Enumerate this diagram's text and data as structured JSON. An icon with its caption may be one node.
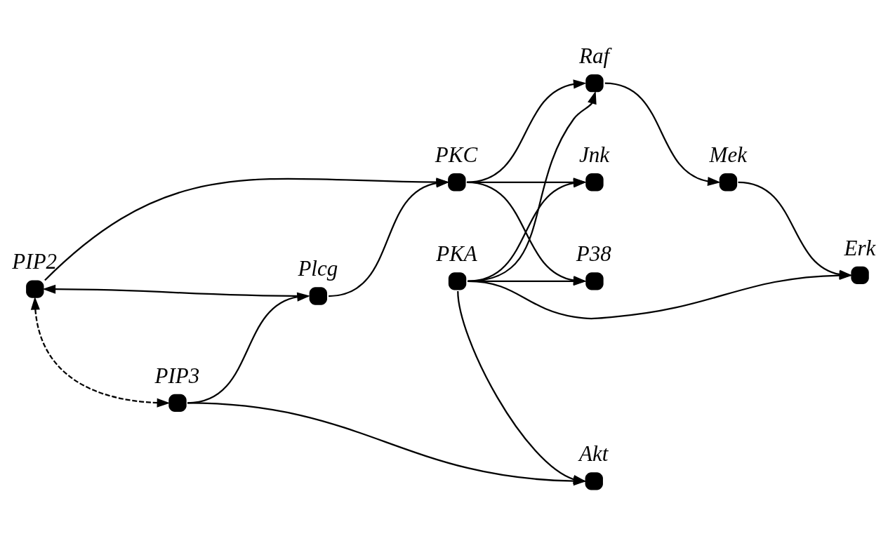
{
  "diagram": {
    "nodes": [
      {
        "text": [],
        "shape": "circle",
        "beside": [
          "Raf"
        ]
      },
      {
        "text": [],
        "shape": "circle",
        "beside": [
          "Mek"
        ]
      },
      {
        "text": [],
        "shape": "circle",
        "beside": [
          "PIP2"
        ]
      },
      {
        "text": [],
        "shape": "circle",
        "beside": [
          "PKC"
        ]
      },
      {
        "text": [],
        "shape": "circle",
        "beside": [
          "Jnk"
        ]
      },
      {
        "text": [],
        "shape": "circle",
        "beside": [
          "PKA"
        ]
      },
      {
        "text": [],
        "shape": "circle",
        "beside": [
          "Erk"
        ]
      },
      {
        "text": [],
        "shape": "circle",
        "beside": [
          "Plcg"
        ]
      },
      {
        "text": [],
        "shape": "circle",
        "beside": [
          "P38"
        ]
      },
      {
        "text": [],
        "shape": "circle",
        "beside": [
          "PIP3"
        ]
      },
      {
        "text": [],
        "shape": "circle",
        "beside": [
          "Akt"
        ]
      }
    ],
    "edges": [
      {
        "from": 0,
        "to": 1,
        "arrow": "to"
      },
      {
        "from": 2,
        "to": 3,
        "arrow": "to"
      },
      {
        "from": 7,
        "to": 2,
        "arrow": "to"
      },
      {
        "from": 2,
        "to": 9,
        "arrow": "both",
        "style": "dashed"
      },
      {
        "from": 3,
        "to": 0,
        "arrow": "to"
      },
      {
        "from": 5,
        "to": 0,
        "arrow": "to"
      },
      {
        "from": 1,
        "to": 6,
        "arrow": "to"
      },
      {
        "from": 3,
        "to": 4,
        "arrow": "to"
      },
      {
        "from": 5,
        "to": 4,
        "arrow": "to"
      },
      {
        "from": 5,
        "to": 6,
        "arrow": "to"
      },
      {
        "from": 7,
        "to": 3,
        "arrow": "to"
      },
      {
        "from": 3,
        "to": 8,
        "arrow": "to"
      },
      {
        "from": 5,
        "to": 8,
        "arrow": "to"
      },
      {
        "from": 9,
        "to": 7,
        "arrow": "to"
      },
      {
        "from": 5,
        "to": 10,
        "arrow": "to"
      },
      {
        "from": 9,
        "to": 10,
        "arrow": "to"
      }
    ]
  }
}
